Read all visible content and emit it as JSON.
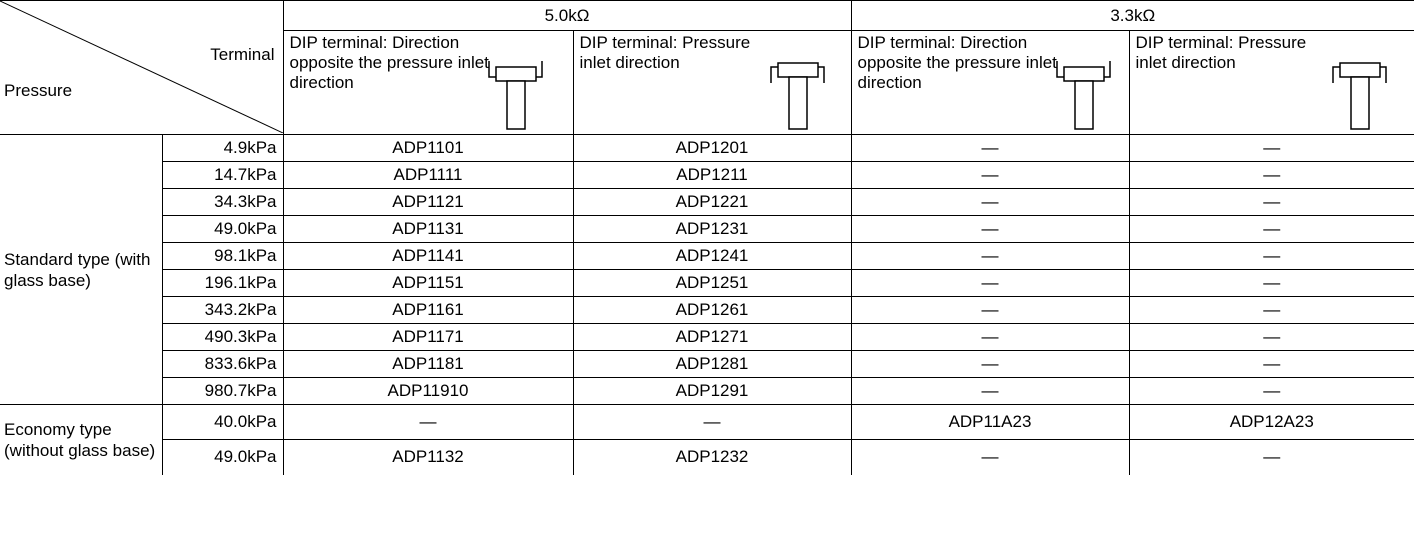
{
  "header": {
    "corner_top_label": "Terminal",
    "corner_bottom_label": "Pressure",
    "group_5k": "5.0kΩ",
    "group_3k": "3.3kΩ",
    "dip_opposite": "DIP terminal: Direction opposite the pressure inlet direction",
    "dip_inlet": "DIP terminal: Pressure inlet direction"
  },
  "standard": {
    "label": "Standard type (with glass base)",
    "rows": [
      {
        "pressure": "4.9kPa",
        "c1": "ADP1101",
        "c2": "ADP1201",
        "c3": "—",
        "c4": "—"
      },
      {
        "pressure": "14.7kPa",
        "c1": "ADP1111",
        "c2": "ADP1211",
        "c3": "—",
        "c4": "—"
      },
      {
        "pressure": "34.3kPa",
        "c1": "ADP1121",
        "c2": "ADP1221",
        "c3": "—",
        "c4": "—"
      },
      {
        "pressure": "49.0kPa",
        "c1": "ADP1131",
        "c2": "ADP1231",
        "c3": "—",
        "c4": "—"
      },
      {
        "pressure": "98.1kPa",
        "c1": "ADP1141",
        "c2": "ADP1241",
        "c3": "—",
        "c4": "—"
      },
      {
        "pressure": "196.1kPa",
        "c1": "ADP1151",
        "c2": "ADP1251",
        "c3": "—",
        "c4": "—"
      },
      {
        "pressure": "343.2kPa",
        "c1": "ADP1161",
        "c2": "ADP1261",
        "c3": "—",
        "c4": "—"
      },
      {
        "pressure": "490.3kPa",
        "c1": "ADP1171",
        "c2": "ADP1271",
        "c3": "—",
        "c4": "—"
      },
      {
        "pressure": "833.6kPa",
        "c1": "ADP1181",
        "c2": "ADP1281",
        "c3": "—",
        "c4": "—"
      },
      {
        "pressure": "980.7kPa",
        "c1": "ADP11910",
        "c2": "ADP1291",
        "c3": "—",
        "c4": "—"
      }
    ]
  },
  "economy": {
    "label": "Economy type (without glass base)",
    "rows": [
      {
        "pressure": "40.0kPa",
        "c1": "—",
        "c2": "—",
        "c3": "ADP11A23",
        "c4": "ADP12A23"
      },
      {
        "pressure": "49.0kPa",
        "c1": "ADP1132",
        "c2": "ADP1232",
        "c3": "—",
        "c4": "—"
      }
    ]
  }
}
